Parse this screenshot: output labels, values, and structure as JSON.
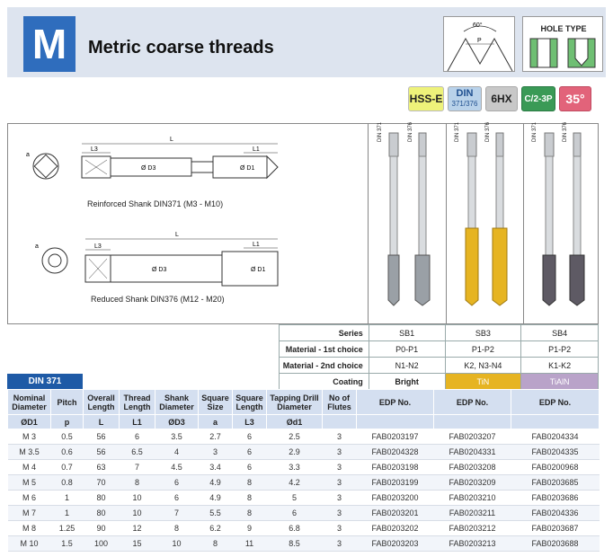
{
  "header": {
    "letter": "M",
    "title": "Metric coarse threads",
    "angle_label": "60°",
    "pitch_label": "P",
    "hole_type_label": "HOLE TYPE"
  },
  "badges": {
    "hss": "HSS-E",
    "din": "DIN",
    "din_sub": "371/376",
    "tol": "6HX",
    "cut": "C/2-3P",
    "helix": "35°"
  },
  "drawings": {
    "din371_caption": "Reinforced Shank DIN371 (M3 - M10)",
    "din376_caption": "Reduced Shank DIN376 (M12 - M20)",
    "dim_L": "L",
    "dim_L1": "L1",
    "dim_L3": "L3",
    "dim_a": "a",
    "dim_d1": "Ø D1",
    "dim_d3": "Ø D3",
    "tap_labels": [
      "DIN 371",
      "DIN 376",
      "DIN 371",
      "DIN 376",
      "DIN 371",
      "DIN 376"
    ]
  },
  "spec": {
    "series_label": "Series",
    "series": [
      "SB1",
      "SB3",
      "SB4"
    ],
    "mat1_label": "Material - 1st choice",
    "mat1": [
      "P0-P1",
      "P1-P2",
      "P1-P2"
    ],
    "mat2_label": "Material - 2nd choice",
    "mat2": [
      "N1-N2",
      "K2, N3-N4",
      "K1-K2"
    ],
    "coating_label": "Coating",
    "coating": [
      "Bright",
      "TiN",
      "TiAlN"
    ]
  },
  "table": {
    "tab_label": "DIN 371",
    "headers": [
      "Nominal Diameter",
      "Pitch",
      "Overall Length",
      "Thread Length",
      "Shank Diameter",
      "Square Size",
      "Square Length",
      "Tapping Drill Diameter",
      "No of Flutes",
      "EDP No.",
      "EDP No.",
      "EDP No."
    ],
    "symbols": [
      "ØD1",
      "p",
      "L",
      "L1",
      "ØD3",
      "a",
      "L3",
      "Ød1",
      "",
      "",
      "",
      ""
    ],
    "rows": [
      [
        "M 3",
        "0.5",
        "56",
        "6",
        "3.5",
        "2.7",
        "6",
        "2.5",
        "3",
        "FAB0203197",
        "FAB0203207",
        "FAB0204334"
      ],
      [
        "M 3.5",
        "0.6",
        "56",
        "6.5",
        "4",
        "3",
        "6",
        "2.9",
        "3",
        "FAB0204328",
        "FAB0204331",
        "FAB0204335"
      ],
      [
        "M 4",
        "0.7",
        "63",
        "7",
        "4.5",
        "3.4",
        "6",
        "3.3",
        "3",
        "FAB0203198",
        "FAB0203208",
        "FAB0200968"
      ],
      [
        "M 5",
        "0.8",
        "70",
        "8",
        "6",
        "4.9",
        "8",
        "4.2",
        "3",
        "FAB0203199",
        "FAB0203209",
        "FAB0203685"
      ],
      [
        "M 6",
        "1",
        "80",
        "10",
        "6",
        "4.9",
        "8",
        "5",
        "3",
        "FAB0203200",
        "FAB0203210",
        "FAB0203686"
      ],
      [
        "M 7",
        "1",
        "80",
        "10",
        "7",
        "5.5",
        "8",
        "6",
        "3",
        "FAB0203201",
        "FAB0203211",
        "FAB0204336"
      ],
      [
        "M 8",
        "1.25",
        "90",
        "12",
        "8",
        "6.2",
        "9",
        "6.8",
        "3",
        "FAB0203202",
        "FAB0203212",
        "FAB0203687"
      ],
      [
        "M 10",
        "1.5",
        "100",
        "15",
        "10",
        "8",
        "11",
        "8.5",
        "3",
        "FAB0203203",
        "FAB0203213",
        "FAB0203688"
      ]
    ]
  },
  "colors": {
    "brand_blue": "#2f6dbd",
    "tin": "#e6b422",
    "tialn": "#b9a3c9",
    "header_bg": "#dde4ef"
  }
}
